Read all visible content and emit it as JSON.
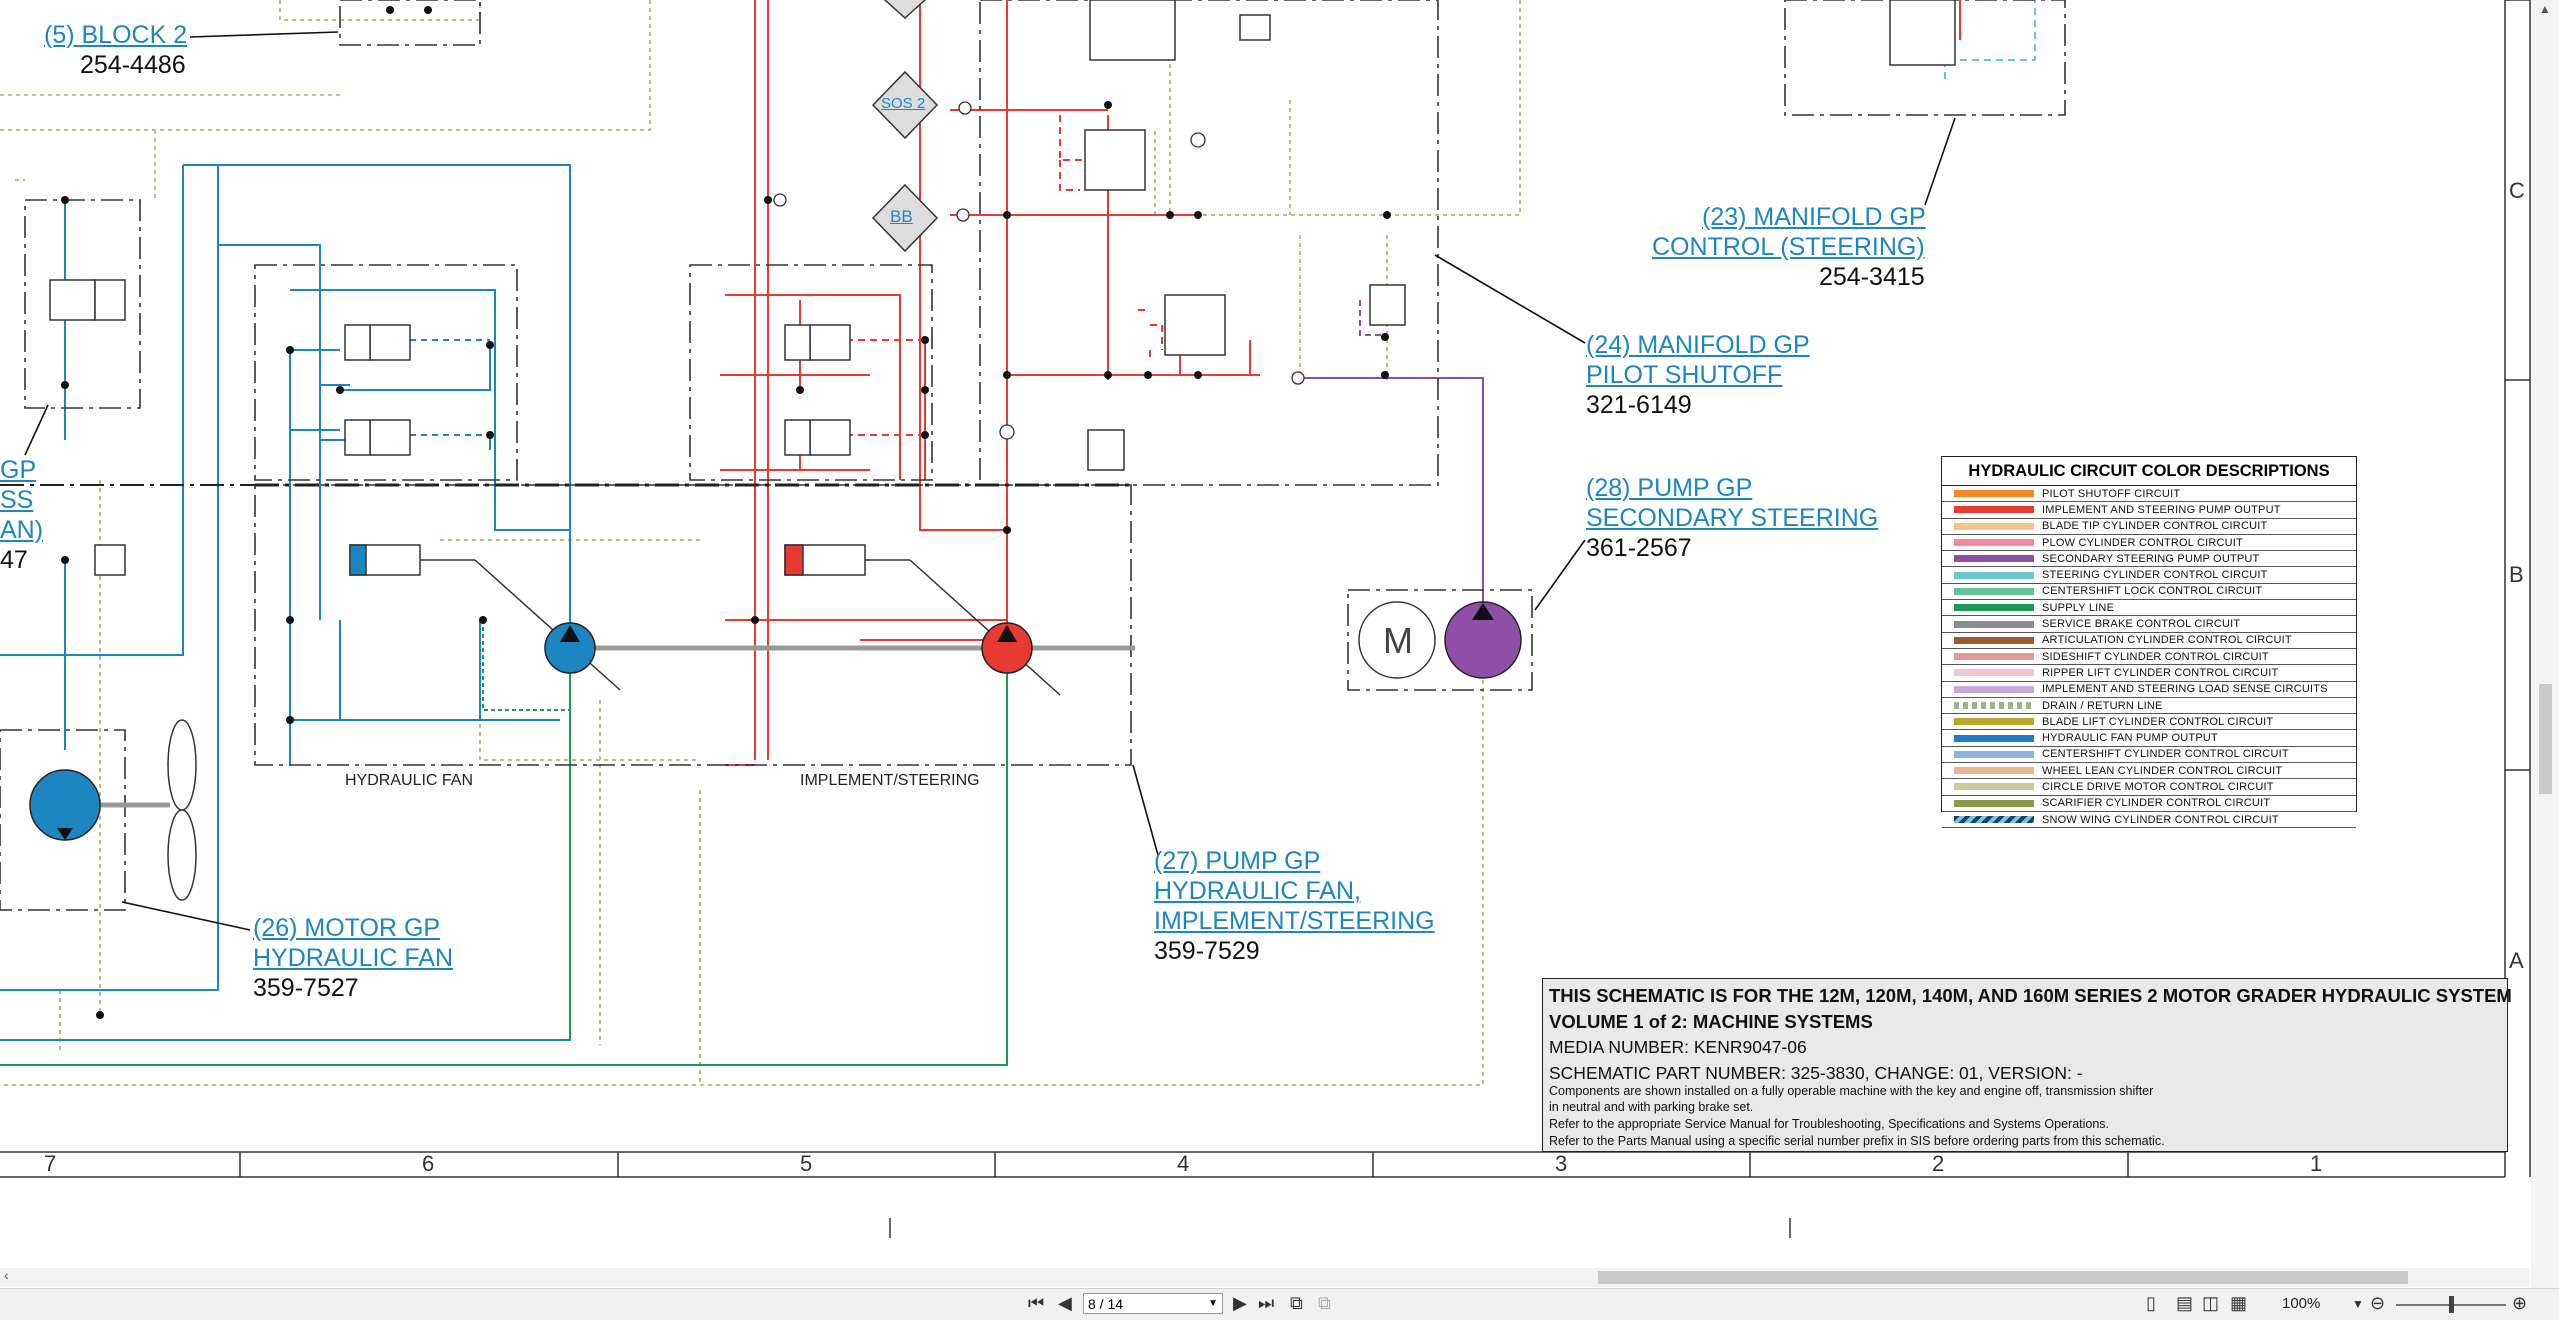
{
  "labels": {
    "block2_name": "(5) BLOCK 2",
    "block2_pn": "254-4486",
    "manifold_steering_name1": "(23) MANIFOLD GP",
    "manifold_steering_name2": "CONTROL (STEERING)",
    "manifold_steering_pn": "254-3415",
    "manifold_pilot_name1": "(24) MANIFOLD GP",
    "manifold_pilot_name2": "PILOT SHUTOFF",
    "manifold_pilot_pn": "321-6149",
    "pump_secondary_name1": "(28) PUMP GP",
    "pump_secondary_name2": "SECONDARY STEERING",
    "pump_secondary_pn": "361-2567",
    "pump_fan_name1": "(27) PUMP GP",
    "pump_fan_name2": "HYDRAULIC FAN,",
    "pump_fan_name3": "IMPLEMENT/STEERING",
    "pump_fan_pn": "359-7529",
    "motor_fan_name1": "(26) MOTOR GP",
    "motor_fan_name2": "HYDRAULIC FAN",
    "motor_fan_pn": "359-7527",
    "left_cut1": "GP",
    "left_cut2": "SS",
    "left_cut3": "AN)",
    "left_cut4": "47",
    "hydraulic_fan_caption": "HYDRAULIC FAN",
    "implement_caption": "IMPLEMENT/STEERING",
    "sos2": "SOS 2",
    "bb": "BB",
    "motor_m": "M"
  },
  "zones": {
    "columns": [
      "7",
      "6",
      "5",
      "4",
      "3",
      "2",
      "1"
    ],
    "rows": [
      "C",
      "B",
      "A"
    ]
  },
  "legend": {
    "title": "HYDRAULIC CIRCUIT COLOR DESCRIPTIONS",
    "items": [
      {
        "color": "#f28a2c",
        "text": "PILOT SHUTOFF CIRCUIT"
      },
      {
        "color": "#e63a32",
        "text": "IMPLEMENT AND STEERING PUMP OUTPUT"
      },
      {
        "color": "#f6c48d",
        "text": "BLADE TIP CYLINDER CONTROL CIRCUIT"
      },
      {
        "color": "#f28aa2",
        "text": "PLOW CYLINDER CONTROL CIRCUIT"
      },
      {
        "color": "#8d4fa5",
        "text": "SECONDARY STEERING PUMP OUTPUT"
      },
      {
        "color": "#6ec6cf",
        "text": "STEERING CYLINDER CONTROL CIRCUIT"
      },
      {
        "color": "#63c19a",
        "text": "CENTERSHIFT LOCK CONTROL CIRCUIT"
      },
      {
        "color": "#1f9a55",
        "text": "SUPPLY LINE"
      },
      {
        "color": "#8c8c8c",
        "text": "SERVICE BRAKE CONTROL CIRCUIT"
      },
      {
        "color": "#9a5a2c",
        "text": "ARTICULATION CYLINDER CONTROL CIRCUIT"
      },
      {
        "color": "#e09a9a",
        "text": "SIDESHIFT CYLINDER CONTROL CIRCUIT"
      },
      {
        "color": "#f2c5d2",
        "text": "RIPPER LIFT CYLINDER CONTROL CIRCUIT"
      },
      {
        "color": "#c9a7d8",
        "text": "IMPLEMENT AND STEERING LOAD SENSE CIRCUITS"
      },
      {
        "color": "dashed",
        "text": "DRAIN / RETURN LINE"
      },
      {
        "color": "#b5a82a",
        "text": "BLADE LIFT CYLINDER CONTROL CIRCUIT"
      },
      {
        "color": "#1f7fc2",
        "text": "HYDRAULIC FAN PUMP OUTPUT"
      },
      {
        "color": "#8fb1dd",
        "text": "CENTERSHIFT CYLINDER CONTROL CIRCUIT"
      },
      {
        "color": "#e7b48f",
        "text": "WHEEL LEAN CYLINDER CONTROL CIRCUIT"
      },
      {
        "color": "#cfc79a",
        "text": "CIRCLE DRIVE MOTOR CONTROL CIRCUIT"
      },
      {
        "color": "#8a9a4a",
        "text": "SCARIFIER CYLINDER CONTROL CIRCUIT"
      },
      {
        "color": "hatched",
        "text": "SNOW WING CYLINDER CONTROL CIRCUIT"
      }
    ]
  },
  "title_block": {
    "line1": "THIS SCHEMATIC IS FOR THE 12M, 120M, 140M, AND 160M SERIES 2 MOTOR GRADER HYDRAULIC SYSTEM",
    "line2": "VOLUME 1 of 2: MACHINE SYSTEMS",
    "line3": "MEDIA NUMBER: KENR9047-06",
    "line4": "SCHEMATIC PART NUMBER: 325-3830, CHANGE: 01, VERSION: -",
    "note1": "Components are shown installed on a fully operable machine with the key and engine off, transmission shifter",
    "note2": "in neutral and with parking brake set.",
    "note3": "Refer to the appropriate Service Manual for Troubleshooting, Specifications and Systems Operations.",
    "note4": "Refer to the Parts Manual using a specific serial number prefix in SIS before ordering parts from this schematic."
  },
  "viewer": {
    "page": "8 / 14",
    "zoom": "100%"
  },
  "colors": {
    "blue": "#1d86c1",
    "red": "#e63a32",
    "green": "#1f9a55",
    "purple": "#8d4fa5",
    "drain": "#b8c08a"
  }
}
